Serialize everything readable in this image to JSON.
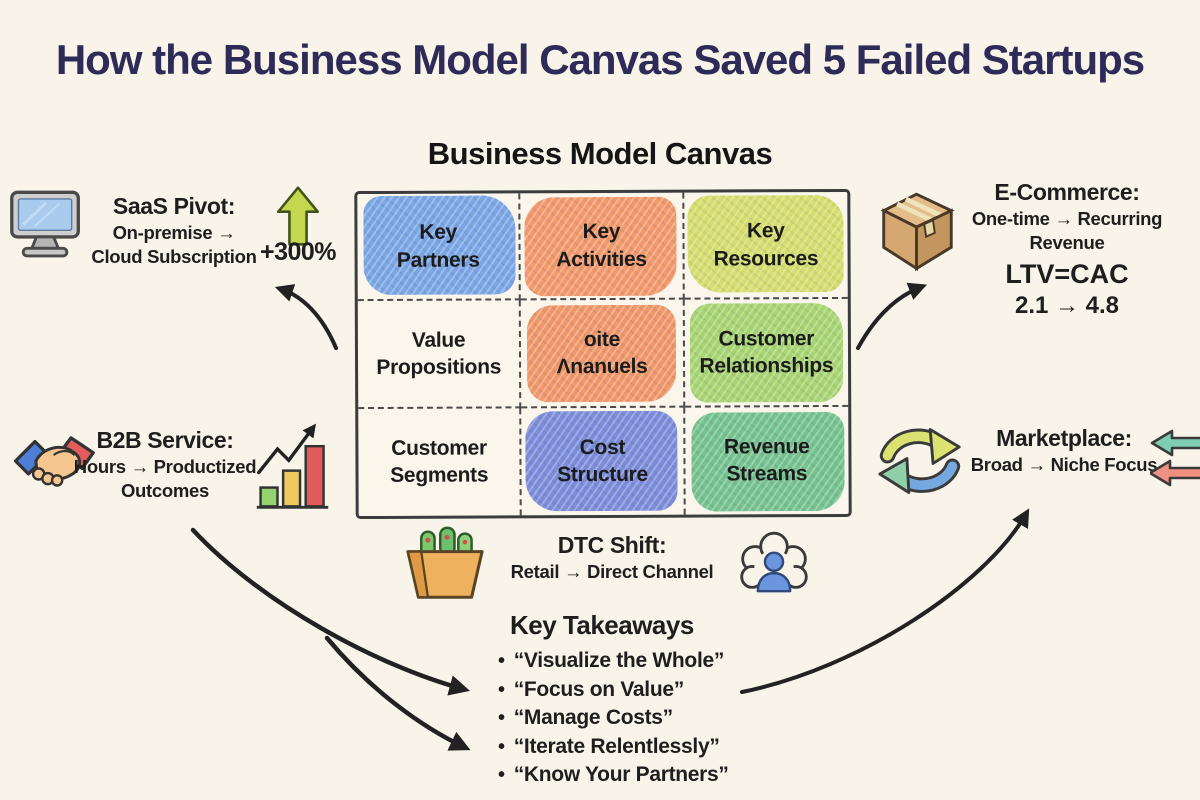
{
  "title": "How the Business Model Canvas Saved 5 Failed Startups",
  "canvas": {
    "heading": "Business Model Canvas",
    "cells": [
      {
        "id": "key-partners",
        "label": "Key\nPartners",
        "color": "#7aa6e6"
      },
      {
        "id": "key-activities",
        "label": "Key\nActivities",
        "color": "#f2996c"
      },
      {
        "id": "key-resources",
        "label": "Key\nResources",
        "color": "#d5dd6e"
      },
      {
        "id": "value-propositions",
        "label": "Value\nPropositions",
        "color": "transparent"
      },
      {
        "id": "channels",
        "label": "oite\nΛnanuels",
        "color": "#f0976a"
      },
      {
        "id": "customer-relationships",
        "label": "Customer\nRelationships",
        "color": "#a8d573"
      },
      {
        "id": "customer-segments",
        "label": "Customer\nSegments",
        "color": "transparent"
      },
      {
        "id": "cost-structure",
        "label": "Cost\nStructure",
        "color": "#7b8cda"
      },
      {
        "id": "revenue-streams",
        "label": "Revenue\nStreams",
        "color": "#75c290"
      }
    ]
  },
  "callouts": {
    "saas": {
      "title": "SaaS Pivot:",
      "line1": "On-premise →",
      "line2": "Cloud Subscription",
      "metric": "+300%"
    },
    "b2b": {
      "title": "B2B Service:",
      "line1": "Hours → Productized",
      "line2": "Outcomes"
    },
    "ecommerce": {
      "title": "E-Commerce:",
      "line1": "One-time → Recurring",
      "line2": "Revenue",
      "metric_label": "LTV=CAC",
      "metric_change": "2.1 → 4.8"
    },
    "marketplace": {
      "title": "Marketplace:",
      "line1": "Broad → Niche Focus"
    },
    "dtc": {
      "title": "DTC Shift:",
      "line1": "Retail → Direct Channel"
    }
  },
  "takeaways": {
    "heading": "Key Takeaways",
    "items": [
      "“Visualize the Whole”",
      "“Focus on Value”",
      "“Manage Costs”",
      "“Iterate Relentlessly”",
      "“Know Your Partners”"
    ]
  },
  "icons": {
    "monitor": "computer-monitor-icon",
    "growth_arrow": "green-up-arrow-icon",
    "handshake": "handshake-icon",
    "bar_chart": "growth-bar-chart-icon",
    "box": "shipping-box-icon",
    "cycle": "cycle-arrows-icon",
    "basket": "shopping-basket-icon",
    "people": "customers-icon",
    "swap": "left-block-arrows-icon"
  },
  "colors": {
    "background": "#f8f4e9",
    "title_text": "#2e2b58",
    "body_text": "#1e1e1e",
    "canvas_border": "#3c3c3c"
  }
}
